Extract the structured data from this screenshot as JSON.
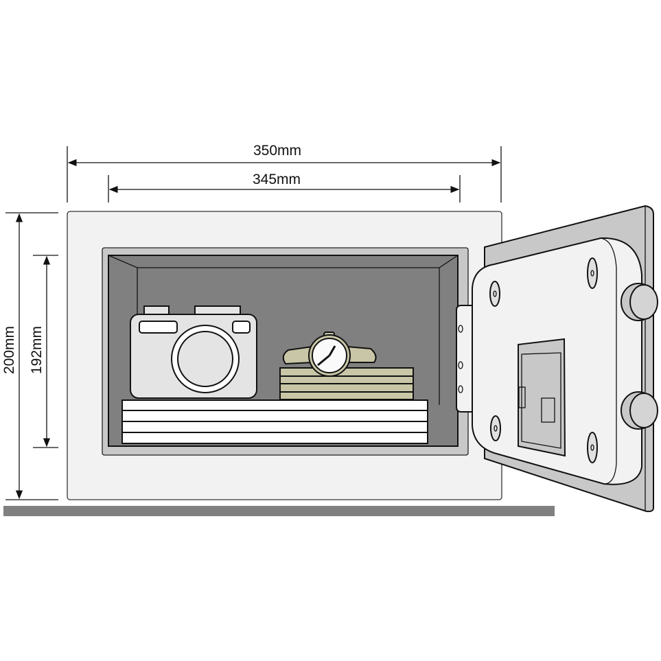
{
  "dimensions": {
    "outer_width": "350mm",
    "inner_width": "345mm",
    "outer_height": "200mm",
    "inner_height": "192mm"
  },
  "colors": {
    "body": "#f2f2f2",
    "frame": "#c8c8c8",
    "cavity": "#808080",
    "floor": "#808080",
    "strap": "#c8c6a6"
  }
}
